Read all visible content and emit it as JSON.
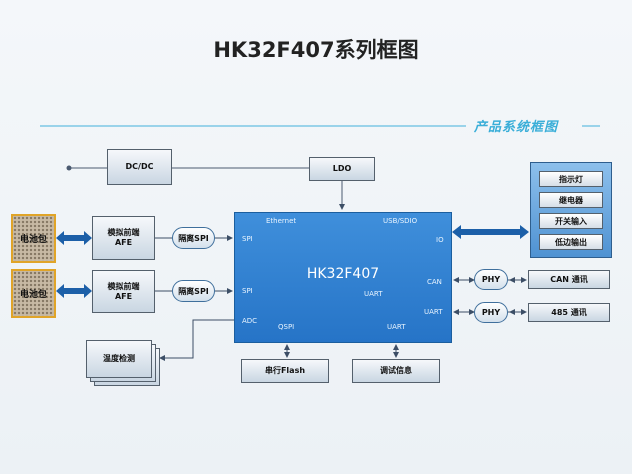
{
  "title": "HK32F407系列框图",
  "subtitle": "产品系统框图",
  "mcu": {
    "name": "HK32F407",
    "ports": {
      "ethernet": "Ethernet",
      "usb": "USB/SDIO",
      "io": "IO",
      "spi1": "SPI",
      "spi2": "SPI",
      "can": "CAN",
      "uart_mid": "UART",
      "uart_right": "UART",
      "adc": "ADC",
      "qspi": "QSPI",
      "uart_bottom": "UART"
    }
  },
  "blocks": {
    "dcdc": "DC/DC",
    "ldo": "LDO",
    "battery1": "电池包",
    "battery2": "电池包",
    "afe1_line1": "模拟前端",
    "afe1_line2": "AFE",
    "afe2_line1": "模拟前端",
    "afe2_line2": "AFE",
    "iso_spi1": "隔离SPI",
    "iso_spi2": "隔离SPI",
    "temp": "温度检测",
    "flash": "串行Flash",
    "debug": "调试信息",
    "phy1": "PHY",
    "phy2": "PHY",
    "can_comm": "CAN 通讯",
    "rs485_comm": "485 通讯"
  },
  "io_group": [
    "指示灯",
    "继电器",
    "开关输入",
    "低边输出"
  ],
  "colors": {
    "accent": "#3aaed8",
    "mcu_blue": "#2f7fd2",
    "arrow_blue": "#1c5fa8",
    "battery_border": "#e0a428"
  }
}
